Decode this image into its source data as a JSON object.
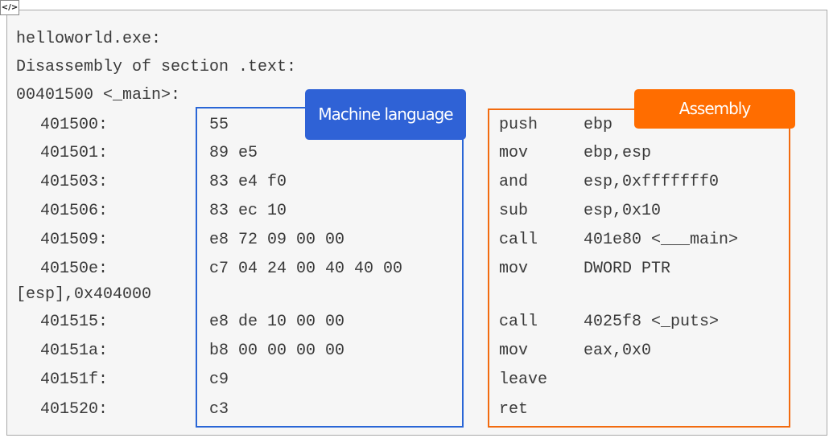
{
  "badge": "</>",
  "header_lines": [
    "helloworld.exe:",
    "Disassembly of section .text:",
    "00401500 <_main>:"
  ],
  "labels": {
    "machine": "Machine language",
    "assembly": "Assembly"
  },
  "colors": {
    "machine": "#2f62d6",
    "assembly": "#ff6d00"
  },
  "rows": [
    {
      "addr": "401500:",
      "bytes": "55",
      "op": "push",
      "args": "ebp"
    },
    {
      "addr": "401501:",
      "bytes": "89 e5",
      "op": "mov",
      "args": "ebp,esp"
    },
    {
      "addr": "401503:",
      "bytes": "83 e4 f0",
      "op": "and",
      "args": "esp,0xfffffff0"
    },
    {
      "addr": "401506:",
      "bytes": "83 ec 10",
      "op": "sub",
      "args": "esp,0x10"
    },
    {
      "addr": "401509:",
      "bytes": "e8 72 09 00 00",
      "op": "call",
      "args": "401e80 <___main>"
    },
    {
      "addr": "40150e:",
      "bytes": "c7 04 24 00 40 40 00",
      "op": "mov",
      "args": "DWORD PTR"
    },
    {
      "addr": "401515:",
      "bytes": "e8 de 10 00 00",
      "op": "call",
      "args": "4025f8 <_puts>"
    },
    {
      "addr": "40151a:",
      "bytes": "b8 00 00 00 00",
      "op": "mov",
      "args": "eax,0x0"
    },
    {
      "addr": "40151f:",
      "bytes": "c9",
      "op": "leave",
      "args": ""
    },
    {
      "addr": "401520:",
      "bytes": "c3",
      "op": "ret",
      "args": ""
    }
  ],
  "wrap_text": "[esp],0x404000"
}
